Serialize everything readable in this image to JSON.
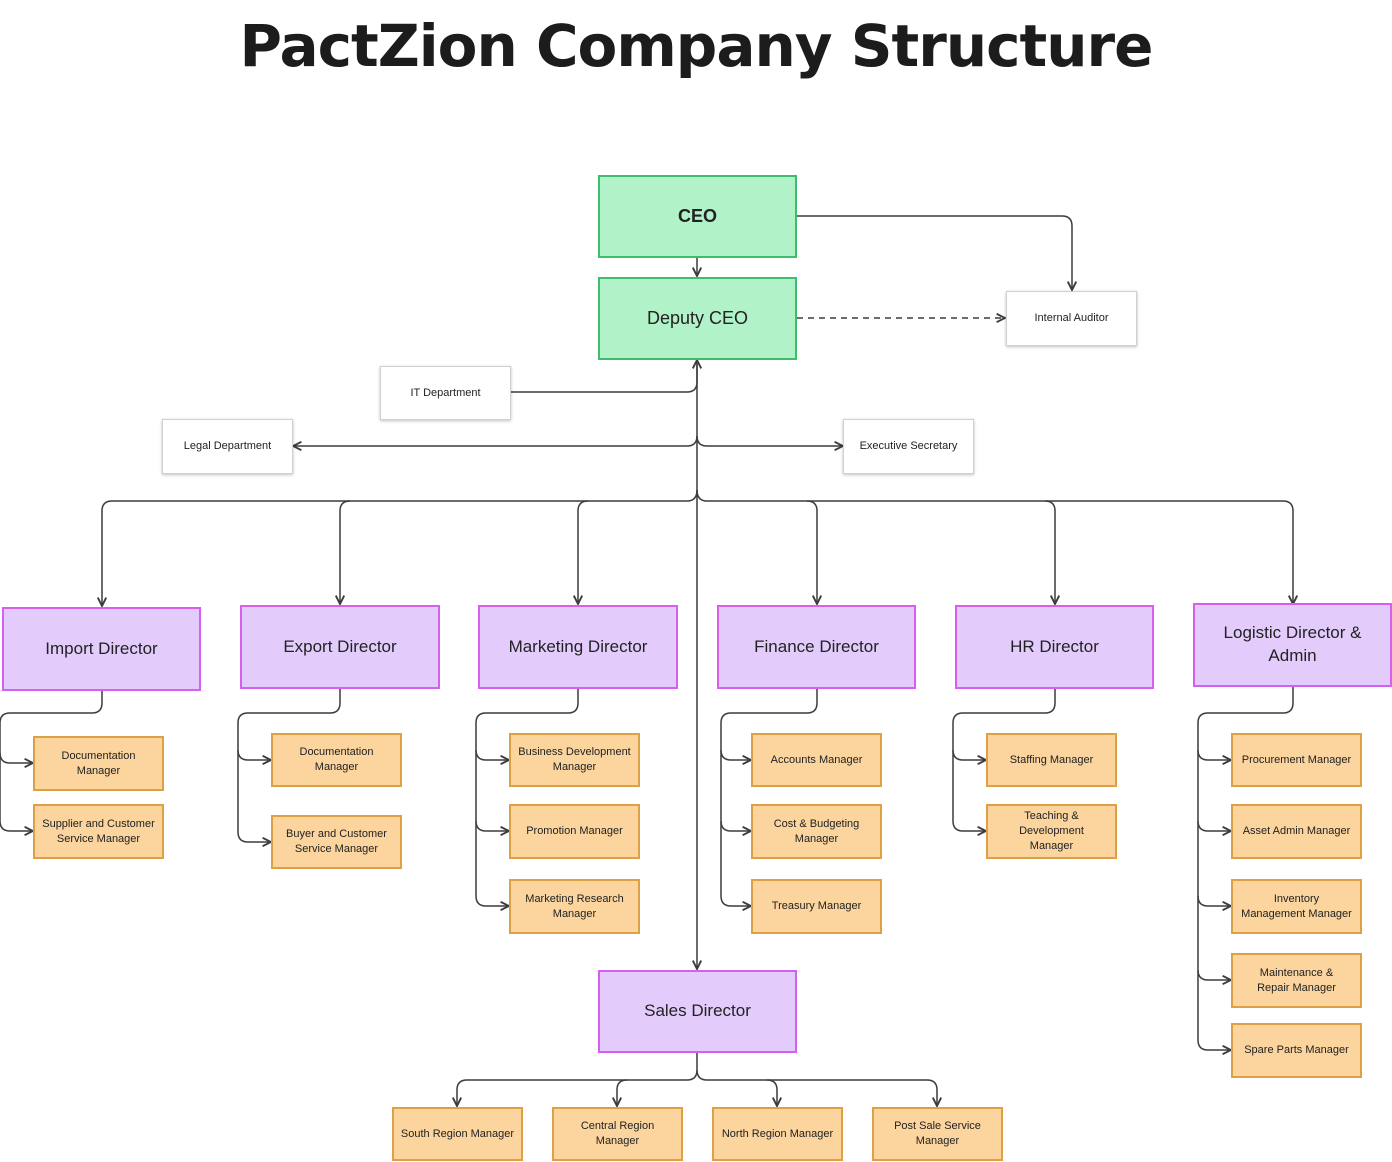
{
  "title": "PactZion Company Structure",
  "colors": {
    "exec": "#b1f2c9",
    "director": "#e3ccfb",
    "manager": "#fbd49e",
    "department": "#ffffff",
    "connector": "#3c3c3c"
  },
  "nodes": {
    "ceo": "CEO",
    "deputy_ceo": "Deputy CEO",
    "internal_auditor": "Internal Auditor",
    "it_department": "IT Department",
    "legal_department": "Legal Department",
    "executive_secretary": "Executive Secretary",
    "import_director": "Import Director",
    "export_director": "Export Director",
    "marketing_director": "Marketing Director",
    "finance_director": "Finance Director",
    "hr_director": "HR Director",
    "logistic_director": "Logistic Director & Admin",
    "sales_director": "Sales Director",
    "import_documentation_manager": "Documentation Manager",
    "supplier_customer_service_manager": "Supplier and Customer Service Manager",
    "export_documentation_manager": "Documentation Manager",
    "buyer_customer_service_manager": "Buyer and Customer Service Manager",
    "business_development_manager": "Business Development Manager",
    "promotion_manager": "Promotion Manager",
    "marketing_research_manager": "Marketing Research Manager",
    "accounts_manager": "Accounts Manager",
    "cost_budgeting_manager": "Cost & Budgeting Manager",
    "treasury_manager": "Treasury Manager",
    "staffing_manager": "Staffing Manager",
    "teaching_development_manager": "Teaching & Development Manager",
    "procurement_manager": "Procurement Manager",
    "asset_admin_manager": "Asset Admin Manager",
    "inventory_management_manager": "Inventory Management Manager",
    "maintenance_repair_manager": "Maintenance & Repair Manager",
    "spare_parts_manager": "Spare Parts Manager",
    "south_region_manager": "South Region Manager",
    "central_region_manager": "Central Region Manager",
    "north_region_manager": "North Region Manager",
    "post_sale_service_manager": "Post Sale Service Manager"
  },
  "reporting_lines": [
    {
      "from": "ceo",
      "to": "deputy_ceo",
      "style": "solid"
    },
    {
      "from": "ceo",
      "to": "internal_auditor",
      "style": "solid"
    },
    {
      "from": "deputy_ceo",
      "to": "internal_auditor",
      "style": "dashed"
    },
    {
      "from": "it_department",
      "to": "deputy_ceo",
      "style": "solid"
    },
    {
      "from": "deputy_ceo",
      "to": "legal_department",
      "style": "solid"
    },
    {
      "from": "deputy_ceo",
      "to": "executive_secretary",
      "style": "solid"
    },
    {
      "from": "deputy_ceo",
      "to": "import_director",
      "style": "solid"
    },
    {
      "from": "deputy_ceo",
      "to": "export_director",
      "style": "solid"
    },
    {
      "from": "deputy_ceo",
      "to": "marketing_director",
      "style": "solid"
    },
    {
      "from": "deputy_ceo",
      "to": "finance_director",
      "style": "solid"
    },
    {
      "from": "deputy_ceo",
      "to": "hr_director",
      "style": "solid"
    },
    {
      "from": "deputy_ceo",
      "to": "logistic_director",
      "style": "solid"
    },
    {
      "from": "deputy_ceo",
      "to": "sales_director",
      "style": "solid"
    },
    {
      "from": "import_director",
      "to": "import_documentation_manager",
      "style": "solid"
    },
    {
      "from": "import_director",
      "to": "supplier_customer_service_manager",
      "style": "solid"
    },
    {
      "from": "export_director",
      "to": "export_documentation_manager",
      "style": "solid"
    },
    {
      "from": "export_director",
      "to": "buyer_customer_service_manager",
      "style": "solid"
    },
    {
      "from": "marketing_director",
      "to": "business_development_manager",
      "style": "solid"
    },
    {
      "from": "marketing_director",
      "to": "promotion_manager",
      "style": "solid"
    },
    {
      "from": "marketing_director",
      "to": "marketing_research_manager",
      "style": "solid"
    },
    {
      "from": "finance_director",
      "to": "accounts_manager",
      "style": "solid"
    },
    {
      "from": "finance_director",
      "to": "cost_budgeting_manager",
      "style": "solid"
    },
    {
      "from": "finance_director",
      "to": "treasury_manager",
      "style": "solid"
    },
    {
      "from": "hr_director",
      "to": "staffing_manager",
      "style": "solid"
    },
    {
      "from": "hr_director",
      "to": "teaching_development_manager",
      "style": "solid"
    },
    {
      "from": "logistic_director",
      "to": "procurement_manager",
      "style": "solid"
    },
    {
      "from": "logistic_director",
      "to": "asset_admin_manager",
      "style": "solid"
    },
    {
      "from": "logistic_director",
      "to": "inventory_management_manager",
      "style": "solid"
    },
    {
      "from": "logistic_director",
      "to": "maintenance_repair_manager",
      "style": "solid"
    },
    {
      "from": "logistic_director",
      "to": "spare_parts_manager",
      "style": "solid"
    },
    {
      "from": "sales_director",
      "to": "south_region_manager",
      "style": "solid"
    },
    {
      "from": "sales_director",
      "to": "central_region_manager",
      "style": "solid"
    },
    {
      "from": "sales_director",
      "to": "north_region_manager",
      "style": "solid"
    },
    {
      "from": "sales_director",
      "to": "post_sale_service_manager",
      "style": "solid"
    }
  ]
}
